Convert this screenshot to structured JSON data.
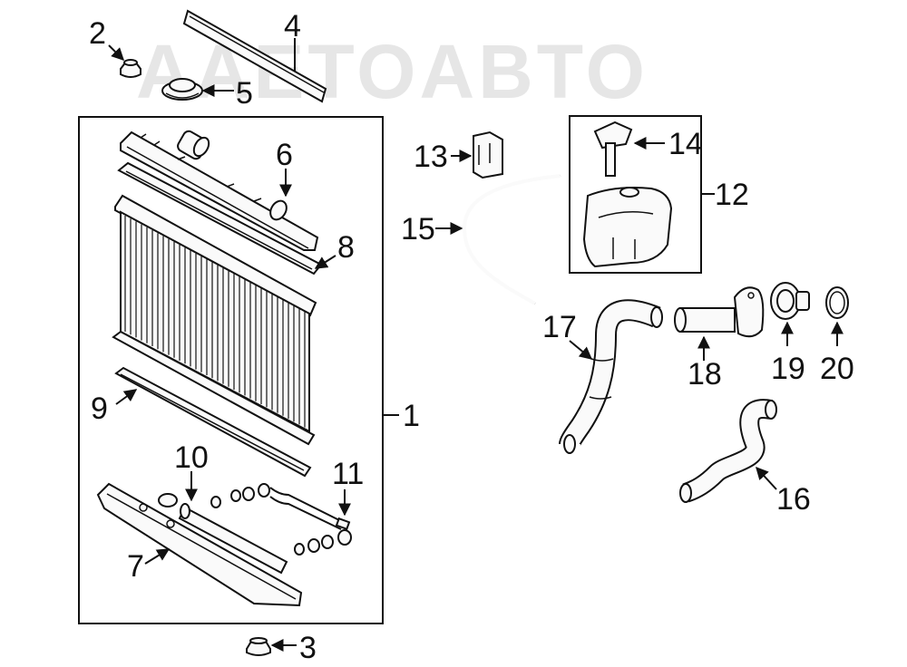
{
  "watermark": "AAETOABTO",
  "callouts": {
    "c1": "1",
    "c2": "2",
    "c3": "3",
    "c4": "4",
    "c5": "5",
    "c6": "6",
    "c7": "7",
    "c8": "8",
    "c9": "9",
    "c10": "10",
    "c11": "11",
    "c12": "12",
    "c13": "13",
    "c14": "14",
    "c15": "15",
    "c16": "16",
    "c17": "17",
    "c18": "18",
    "c19": "19",
    "c20": "20"
  }
}
